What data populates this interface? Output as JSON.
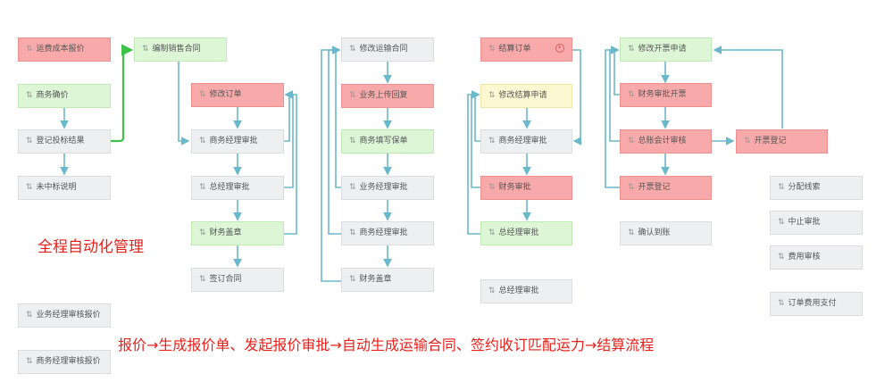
{
  "icon": "flow-node-icon",
  "colors": {
    "edge": "#6ab8cc",
    "highlight_edge": "#3fc24a",
    "caption": "#e8201a"
  },
  "captions": {
    "heading": "全程自动化管理",
    "flow": "报价→生成报价单、发起报价审批→自动生成运输合同、签约收订匹配运力→结算流程"
  },
  "nodes": {
    "n1": "运费成本报价",
    "n2": "商务确价",
    "n3": "登记投标结果",
    "n4": "未中标说明",
    "n5": "业务经理审核报价",
    "n6": "商务经理审核报价",
    "n7": "编制销售合同",
    "n8": "修改订单",
    "n9": "商务经理审批",
    "n10": "总经理审批",
    "n11": "财务盖章",
    "n12": "签订合同",
    "n13": "修改运输合同",
    "n14": "业务上传回复",
    "n15": "商务填写保单",
    "n16": "业务经理审批",
    "n17": "商务经理审批",
    "n18": "财务盖章",
    "n19": "结算订单",
    "n20": "修改结算申请",
    "n21": "商务经理审批",
    "n22": "财务审批",
    "n23": "总经理审批",
    "n24": "总经理审批",
    "n25": "修改开票申请",
    "n26": "财务审批开票",
    "n27": "总账会计审核",
    "n28": "开票登记",
    "n29": "确认到账",
    "n30": "开票登记",
    "n31": "分配线索",
    "n32": "中止审批",
    "n33": "费用审核",
    "n34": "订单费用支付"
  }
}
